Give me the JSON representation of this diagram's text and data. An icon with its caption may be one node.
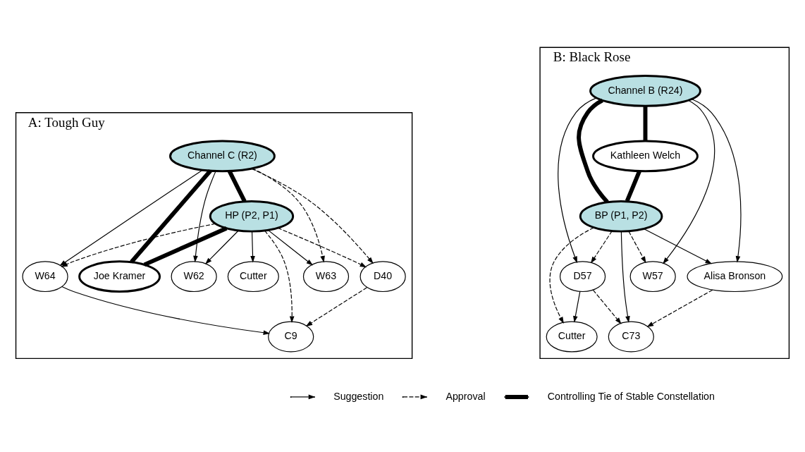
{
  "diagram": {
    "nodes": [
      {
        "text": [
          "A: Tough Guy"
        ]
      },
      {
        "text": [
          "Channel C (R2)"
        ],
        "in": 0
      },
      {
        "text": [
          "W62"
        ],
        "in": 0
      },
      {
        "text": [
          "W63"
        ],
        "in": 0
      },
      {
        "text": [
          "HP (P2, P1)"
        ],
        "in": 0
      },
      {
        "text": [
          "W64"
        ],
        "in": 0
      },
      {
        "text": [
          "Cutter"
        ],
        "in": 0
      },
      {
        "text": [
          "D40"
        ],
        "in": 0
      },
      {
        "text": [
          "C9"
        ],
        "in": 0
      },
      {
        "text": [
          "Joe Kramer"
        ],
        "in": 0
      },
      {
        "text": [
          "B: Black Rose"
        ]
      },
      {
        "text": [
          "Channel B (R24)"
        ],
        "in": 10
      },
      {
        "text": [
          "Kathleen Welch"
        ],
        "in": 10
      },
      {
        "text": [
          "BP (P1, P2)"
        ],
        "in": 10
      },
      {
        "text": [
          "W57"
        ],
        "in": 10
      },
      {
        "text": [
          "Cutter"
        ],
        "in": 10
      },
      {
        "text": [
          "D57"
        ],
        "in": 10
      },
      {
        "text": [
          "C73"
        ],
        "in": 10
      },
      {
        "text": [
          "Alisa Bronson"
        ],
        "in": 10
      }
    ],
    "edges": [
      {
        "from": 1,
        "to": 2,
        "arrow": "to"
      },
      {
        "from": 1,
        "to": 3,
        "arrow": "to",
        "style": "dashed"
      },
      {
        "from": 1,
        "to": 5,
        "arrow": "to"
      },
      {
        "from": 1,
        "to": 7,
        "arrow": "to",
        "style": "dashed"
      },
      {
        "from": 4,
        "to": 2,
        "arrow": "to"
      },
      {
        "from": 4,
        "to": 3,
        "arrow": "to"
      },
      {
        "from": 4,
        "to": 5,
        "arrow": "to",
        "style": "dashed"
      },
      {
        "from": 4,
        "to": 7,
        "arrow": "to",
        "style": "dashed"
      },
      {
        "from": 4,
        "to": 6,
        "arrow": "to"
      },
      {
        "from": 4,
        "to": 8,
        "arrow": "to",
        "style": "dashed"
      },
      {
        "from": 5,
        "to": 8,
        "arrow": "to"
      },
      {
        "from": 7,
        "to": 8,
        "arrow": "to",
        "style": "dashed"
      },
      {
        "from": 1,
        "to": 4,
        "arrow": "none",
        "style": "thick"
      },
      {
        "from": 4,
        "to": 9,
        "arrow": "none",
        "style": "thick"
      },
      {
        "from": 1,
        "to": 9,
        "arrow": "none",
        "style": "thick"
      },
      {
        "from": 11,
        "to": 12,
        "arrow": "none",
        "style": "thick"
      },
      {
        "from": 11,
        "to": 13,
        "arrow": "none",
        "style": "thick"
      },
      {
        "from": 12,
        "to": 13,
        "arrow": "none",
        "style": "thick"
      },
      {
        "from": 11,
        "to": 14,
        "arrow": "to"
      },
      {
        "from": 11,
        "to": 16,
        "arrow": "to"
      },
      {
        "from": 11,
        "to": 18,
        "arrow": "to"
      },
      {
        "from": 13,
        "to": 14,
        "arrow": "to",
        "style": "dashed"
      },
      {
        "from": 13,
        "to": 16,
        "arrow": "to",
        "style": "dashed"
      },
      {
        "from": 13,
        "to": 15,
        "arrow": "to",
        "style": "dashed"
      },
      {
        "from": 13,
        "to": 17,
        "arrow": "to"
      },
      {
        "from": 13,
        "to": 18,
        "arrow": "to"
      },
      {
        "from": 16,
        "to": 15,
        "arrow": "to"
      },
      {
        "from": 16,
        "to": 17,
        "arrow": "to",
        "style": "dashed"
      },
      {
        "from": 18,
        "to": 17,
        "arrow": "to",
        "style": "dashed"
      }
    ],
    "legend": [
      {
        "text": "Suggestion"
      },
      {
        "text": "Approval"
      },
      {
        "text": "Controlling Tie of Stable Constellation"
      }
    ]
  }
}
